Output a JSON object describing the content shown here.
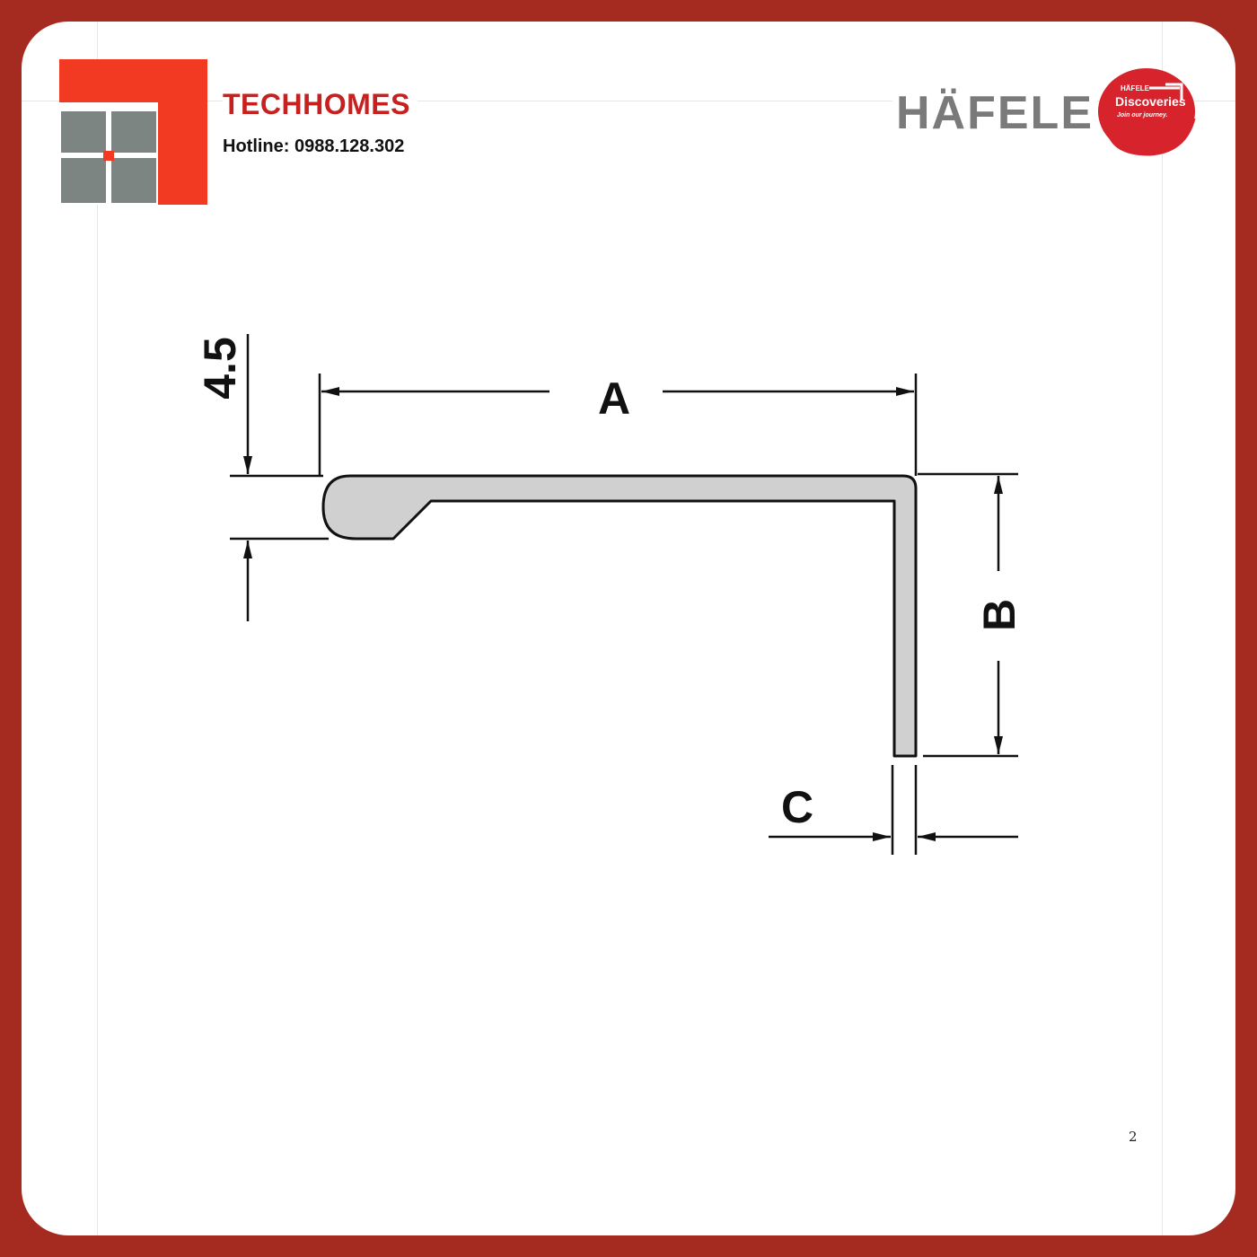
{
  "header": {
    "company": "TECHHOMES",
    "hotline": "Hotline: 0988.128.302"
  },
  "partner": {
    "brand": "HÄFELE",
    "badge_brand": "HÄFELE",
    "badge_title": "Discoveries",
    "badge_tagline": "Join our journey."
  },
  "diagram": {
    "label_thickness": "4.5",
    "label_a": "A",
    "label_b": "B",
    "label_c": "C"
  },
  "footer": {
    "page_number": "2"
  },
  "colors": {
    "frame": "#a52a1f",
    "logo_red": "#f23a22",
    "logo_gray": "#7d8582",
    "hafele_gray": "#7a7a7a",
    "badge_red": "#d6232c",
    "profile_fill": "#d0d0d0"
  }
}
